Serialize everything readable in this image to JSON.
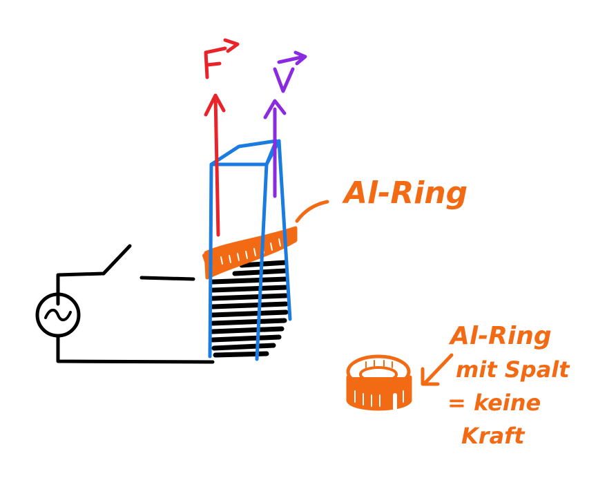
{
  "labels": {
    "force": "F",
    "velocity": "v",
    "ring_label": "Al-Ring",
    "split_ring_line1": "Al-Ring",
    "split_ring_line2": "mit Spalt",
    "split_ring_line3": "= keine",
    "split_ring_line4": "Kraft"
  },
  "colors": {
    "force": "#e8232a",
    "velocity": "#8a2be2",
    "core": "#1a7be0",
    "ring": "#f26a14",
    "wire": "#000000"
  },
  "icons": {
    "ac_source": "ac-source-icon"
  }
}
